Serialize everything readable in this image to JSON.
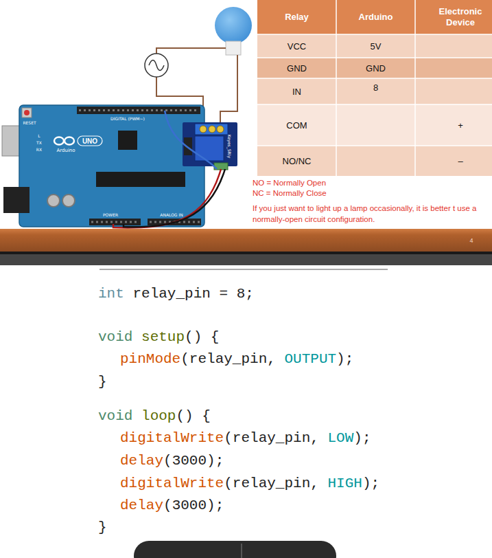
{
  "diagram": {
    "labels": [
      "RESET",
      "DIGITAL (PWM~)",
      "L",
      "TX",
      "RX",
      "UNO",
      "Arduino",
      "POWER",
      "ANALOG IN",
      "Keyes_SRly",
      "Relay",
      "Arduino",
      "Electronic Device",
      "VCC",
      "5V",
      "GND",
      "GND",
      "IN",
      "8",
      "COM",
      "+",
      "NO/NC",
      "–",
      "NO = Normally Open",
      "NC = Normally Close",
      "If you just want to light up a lamp occasionally, it is better t use a normally-open circuit configuration.",
      "4",
      "int relay_pin = 8;",
      "void setup() {",
      "pinMode(relay_pin, OUTPUT);",
      "}",
      "void loop() {",
      "digitalWrite(relay_pin, LOW);",
      "delay(3000);",
      "digitalWrite(relay_pin, HIGH);",
      "delay(3000);",
      "}"
    ]
  }
}
